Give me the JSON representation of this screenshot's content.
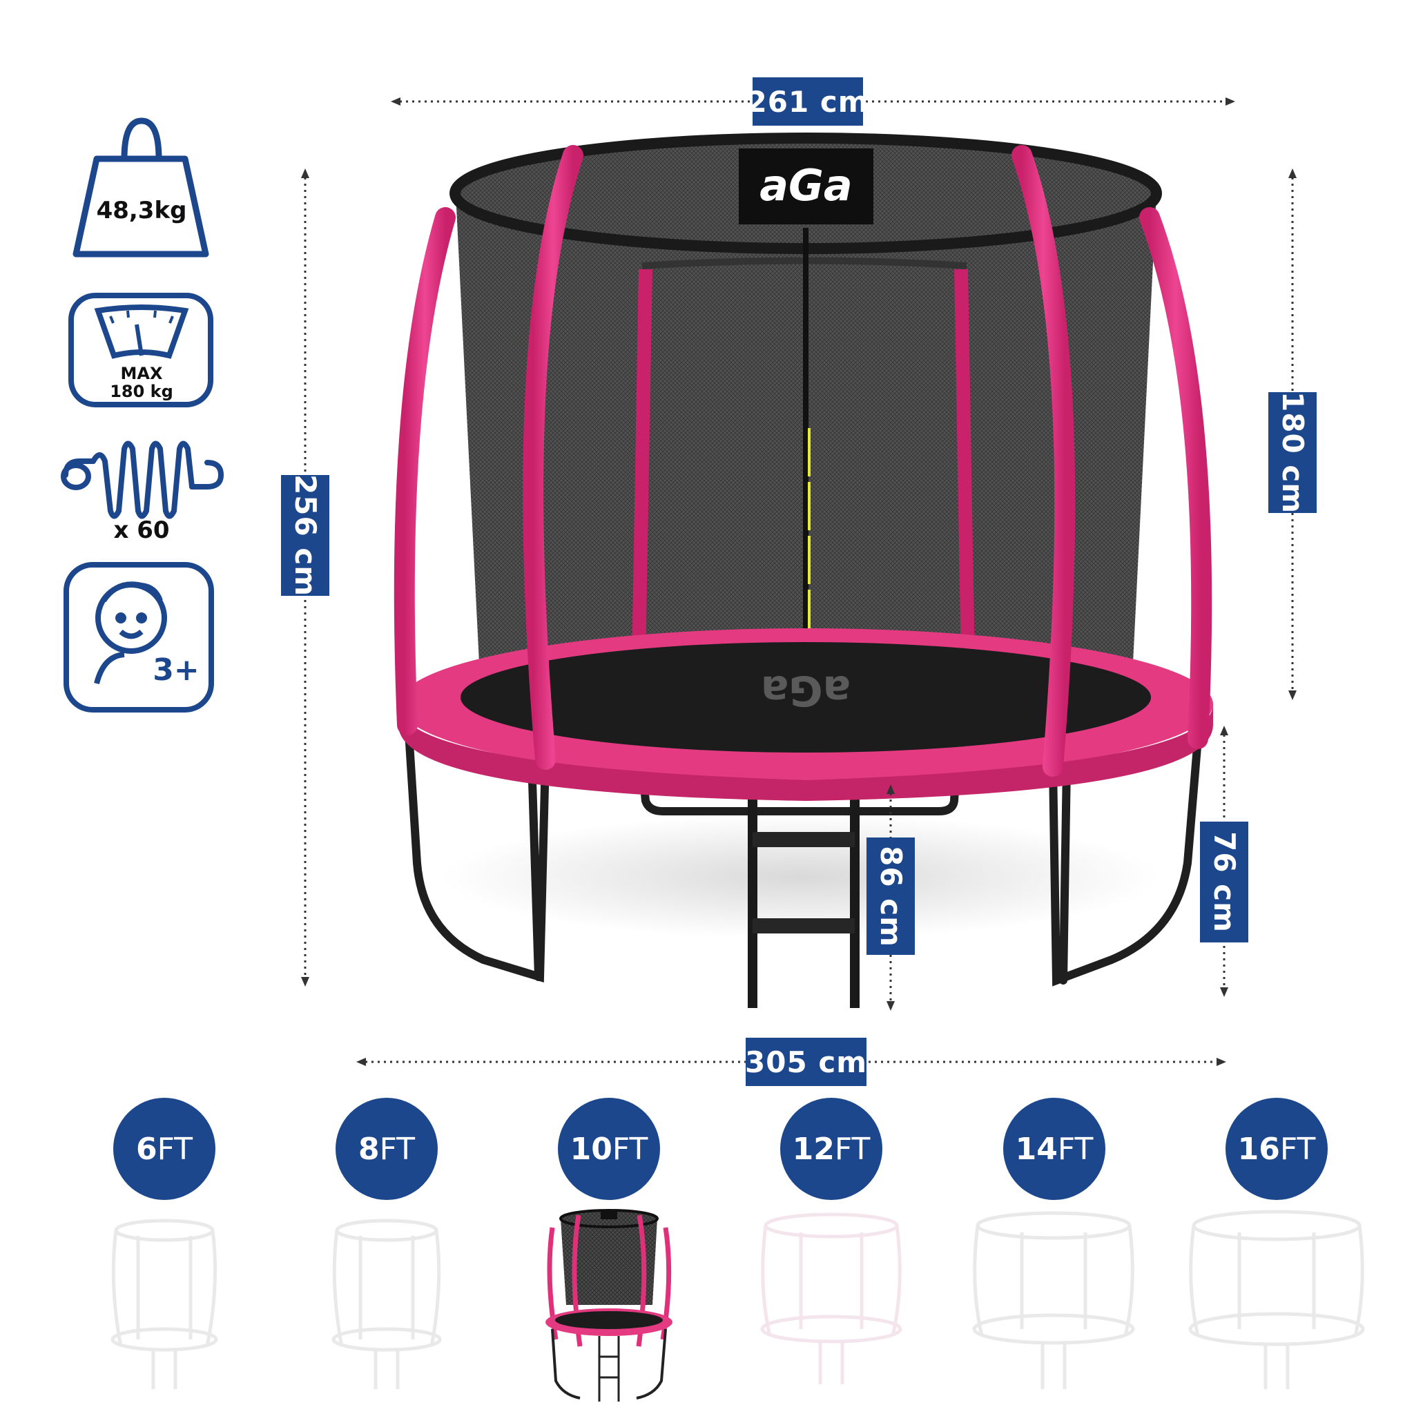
{
  "brand": {
    "logo_text": "aGa"
  },
  "dimensions": {
    "net_diameter": "261 cm",
    "total_height": "256 cm",
    "net_height": "180 cm",
    "ladder_height": "86 cm",
    "frame_height": "76 cm",
    "frame_diameter": "305 cm"
  },
  "specs": {
    "weight": "48,3kg",
    "max_load_line1": "MAX",
    "max_load_line2": "180 kg",
    "springs": "x 60",
    "age": "3+"
  },
  "sizes": [
    {
      "num": "6",
      "unit": "FT",
      "selected": false
    },
    {
      "num": "8",
      "unit": "FT",
      "selected": false
    },
    {
      "num": "10",
      "unit": "FT",
      "selected": true
    },
    {
      "num": "12",
      "unit": "FT",
      "selected": false
    },
    {
      "num": "14",
      "unit": "FT",
      "selected": false
    },
    {
      "num": "16",
      "unit": "FT",
      "selected": false
    }
  ],
  "colors": {
    "accent": "#1c478c",
    "frame_pink": "#e0307a",
    "net": "#3a3a3a",
    "mat": "#1b1b1b",
    "legs": "#222222"
  }
}
